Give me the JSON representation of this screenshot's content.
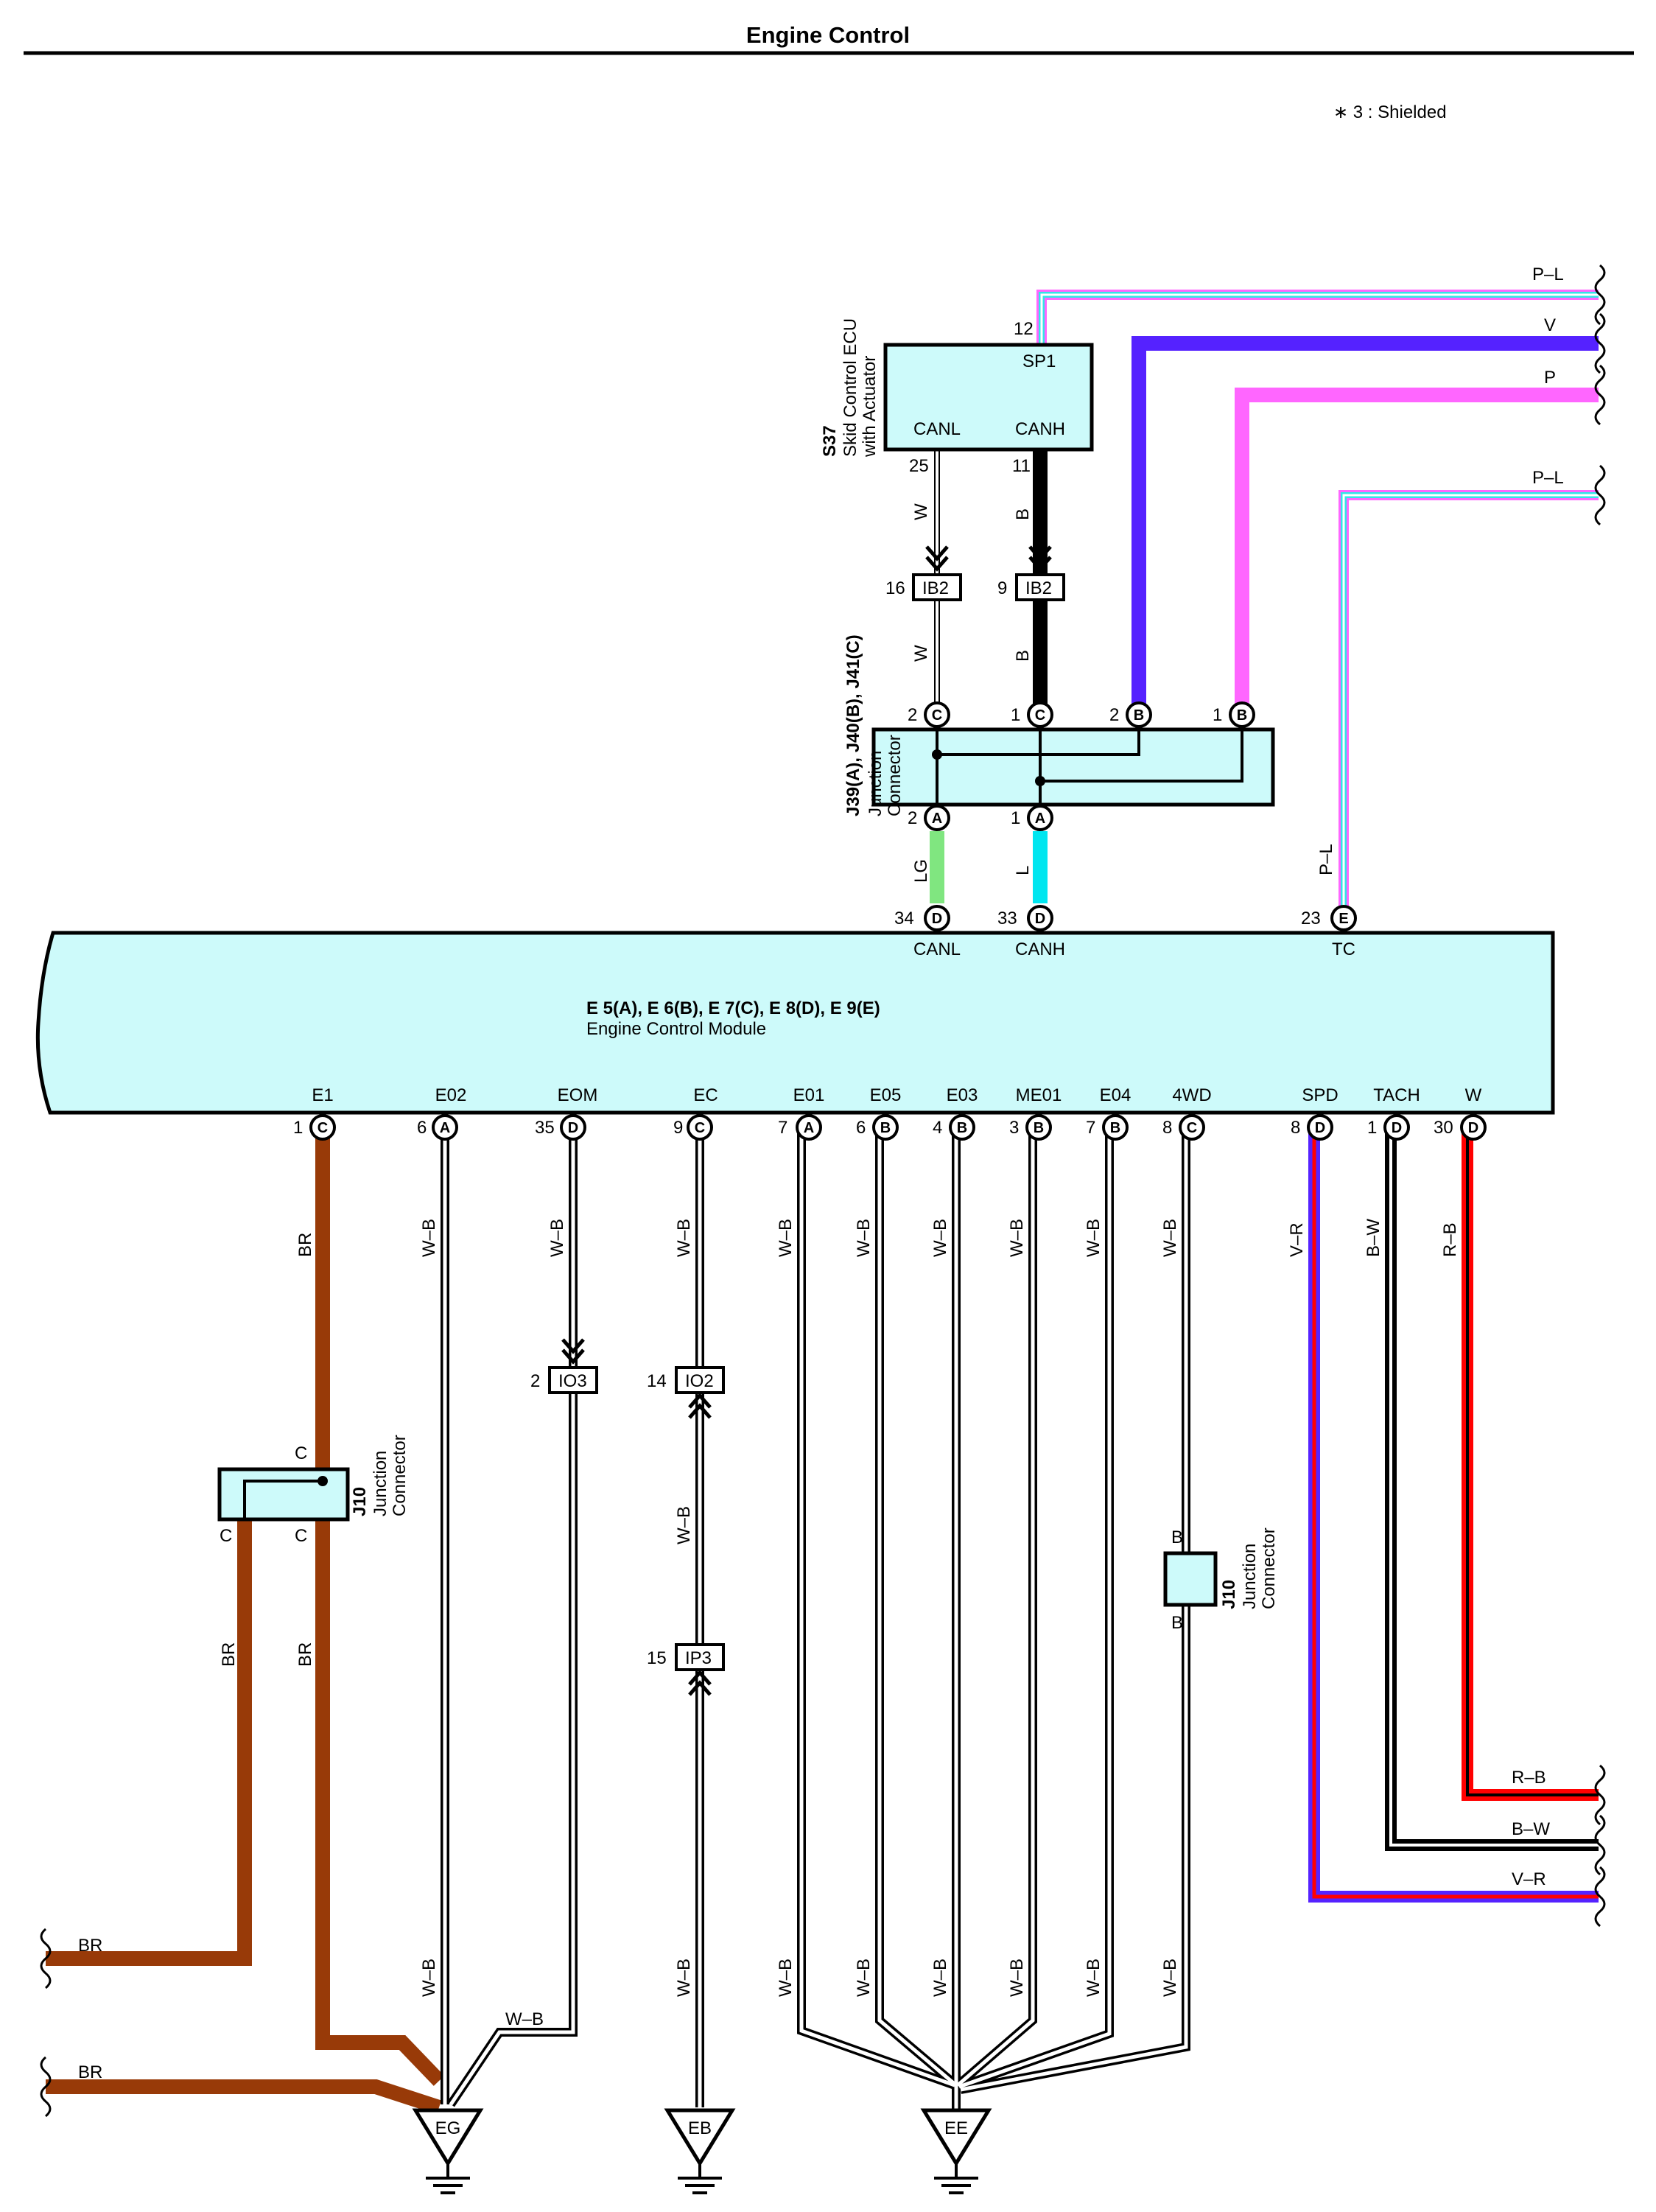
{
  "title": "Engine Control",
  "note": "∗ 3 : Shielded",
  "colors": {
    "BR": "#983a08",
    "WB": "#ffffff",
    "P": "#ff66ff",
    "PL_pink": "#ff66ff",
    "PL_cyan": "#33e6e6",
    "V": "#5522ff",
    "LG": "#80e680",
    "L": "#00e6f0",
    "B": "#000000",
    "R": "#ff0000",
    "component_fill": "#cdfafa"
  },
  "ecm": {
    "name_line1": "E 5(A), E 6(B), E 7(C), E 8(D), E 9(E)",
    "name_line2": "Engine Control Module"
  },
  "skid_ecu": {
    "ref": "S37",
    "name_line1": "Skid Control ECU",
    "name_line2": "with Actuator",
    "terminals": [
      "SP1",
      "CANL",
      "CANH"
    ],
    "pins": [
      "12",
      "25",
      "11"
    ]
  },
  "jc_top": {
    "ref": "J39(A), J40(B), J41(C)",
    "name_line1": "Junction",
    "name_line2": "Connector",
    "pins": [
      {
        "num": "2",
        "letter": "C"
      },
      {
        "num": "1",
        "letter": "C"
      },
      {
        "num": "2",
        "letter": "B"
      },
      {
        "num": "1",
        "letter": "B"
      },
      {
        "num": "2",
        "letter": "A"
      },
      {
        "num": "1",
        "letter": "A"
      }
    ]
  },
  "ecm_top_pins": [
    {
      "num": "34",
      "letter": "D",
      "name": "CANL"
    },
    {
      "num": "33",
      "letter": "D",
      "name": "CANH"
    },
    {
      "num": "23",
      "letter": "E",
      "name": "TC"
    }
  ],
  "ecm_bottom_pins": [
    {
      "num": "1",
      "letter": "C",
      "name": "E1"
    },
    {
      "num": "6",
      "letter": "A",
      "name": "E02"
    },
    {
      "num": "35",
      "letter": "D",
      "name": "EOM"
    },
    {
      "num": "9",
      "letter": "C",
      "name": "EC"
    },
    {
      "num": "7",
      "letter": "A",
      "name": "E01"
    },
    {
      "num": "6",
      "letter": "B",
      "name": "E05"
    },
    {
      "num": "4",
      "letter": "B",
      "name": "E03"
    },
    {
      "num": "3",
      "letter": "B",
      "name": "ME01"
    },
    {
      "num": "7",
      "letter": "B",
      "name": "E04"
    },
    {
      "num": "8",
      "letter": "C",
      "name": "4WD"
    },
    {
      "num": "8",
      "letter": "D",
      "name": "SPD"
    },
    {
      "num": "1",
      "letter": "D",
      "name": "TACH"
    },
    {
      "num": "30",
      "letter": "D",
      "name": "W"
    }
  ],
  "in_line_connectors": [
    {
      "num": "16",
      "id": "IB2"
    },
    {
      "num": "9",
      "id": "IB2"
    },
    {
      "num": "2",
      "id": "IO3"
    },
    {
      "num": "14",
      "id": "IO2"
    },
    {
      "num": "15",
      "id": "IP3"
    }
  ],
  "j10_left": {
    "ref": "J10",
    "name_line1": "Junction",
    "name_line2": "Connector",
    "letters": [
      "C",
      "C",
      "C"
    ]
  },
  "j10_right": {
    "ref": "J10",
    "name_line1": "Junction",
    "name_line2": "Connector",
    "letters": [
      "B",
      "B"
    ]
  },
  "grounds": [
    "EG",
    "EB",
    "EE"
  ],
  "wire_labels": {
    "pl_top": "P–L",
    "v": "V",
    "p": "P",
    "pl_mid": "P–L",
    "w": "W",
    "b": "B",
    "lg": "LG",
    "l": "L",
    "pl_vert": "P–L",
    "br": "BR",
    "wb": "W–B",
    "vr": "V–R",
    "bw": "B–W",
    "rb": "R–B"
  }
}
